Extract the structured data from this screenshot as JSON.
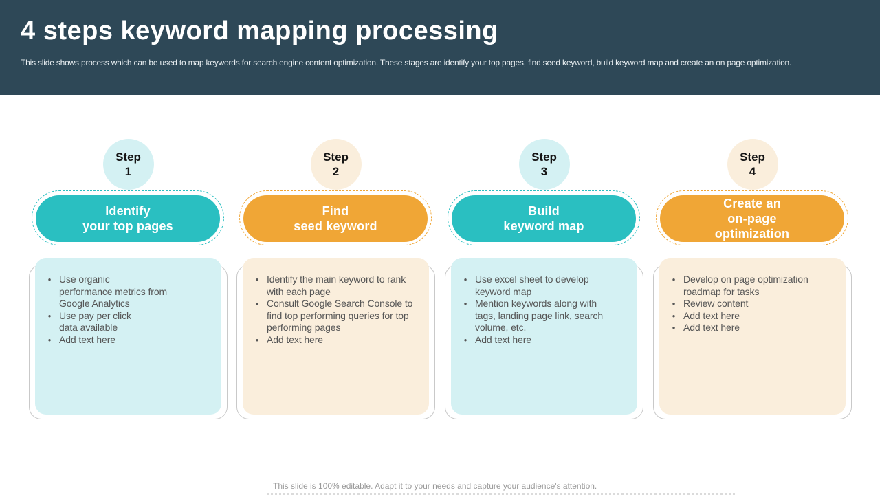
{
  "header": {
    "title": "4 steps keyword mapping processing",
    "subtitle": "This slide shows process which can be used to map keywords for search engine content optimization. These stages are identify your top pages, find seed keyword, build keyword map and create an on page optimization."
  },
  "colors": {
    "header_bg": "#2e4857",
    "teal": "#2abfc1",
    "teal_light": "#d4f1f3",
    "orange": "#f0a636",
    "cream": "#faeedc",
    "card_border": "#c9c9c9",
    "bullet_text": "#565656",
    "footer_text": "#9a9a9a"
  },
  "steps": [
    {
      "badge_label": "Step",
      "badge_number": "1",
      "pill_label": "Identify\nyour top pages",
      "bullets": [
        "Use organic\nperformance metrics from\nGoogle Analytics",
        "Use pay per click\ndata available",
        "Add text here"
      ]
    },
    {
      "badge_label": "Step",
      "badge_number": "2",
      "pill_label": "Find\nseed keyword",
      "bullets": [
        "Identify the main keyword to rank\nwith each page",
        "Consult Google Search Console to\nfind top performing queries for top\nperforming pages",
        "Add text here"
      ]
    },
    {
      "badge_label": "Step",
      "badge_number": "3",
      "pill_label": "Build\nkeyword map",
      "bullets": [
        "Use excel sheet to develop\nkeyword map",
        "Mention keywords along with\ntags, landing page link, search\nvolume, etc.",
        "Add text here"
      ]
    },
    {
      "badge_label": "Step",
      "badge_number": "4",
      "pill_label": "Create an\non-page\noptimization",
      "bullets": [
        "Develop on page optimization\nroadmap for tasks",
        "Review content",
        "Add text here",
        "Add text here"
      ]
    }
  ],
  "footer": {
    "note": "This slide is 100% editable. Adapt it to your needs and capture your audience's attention."
  }
}
